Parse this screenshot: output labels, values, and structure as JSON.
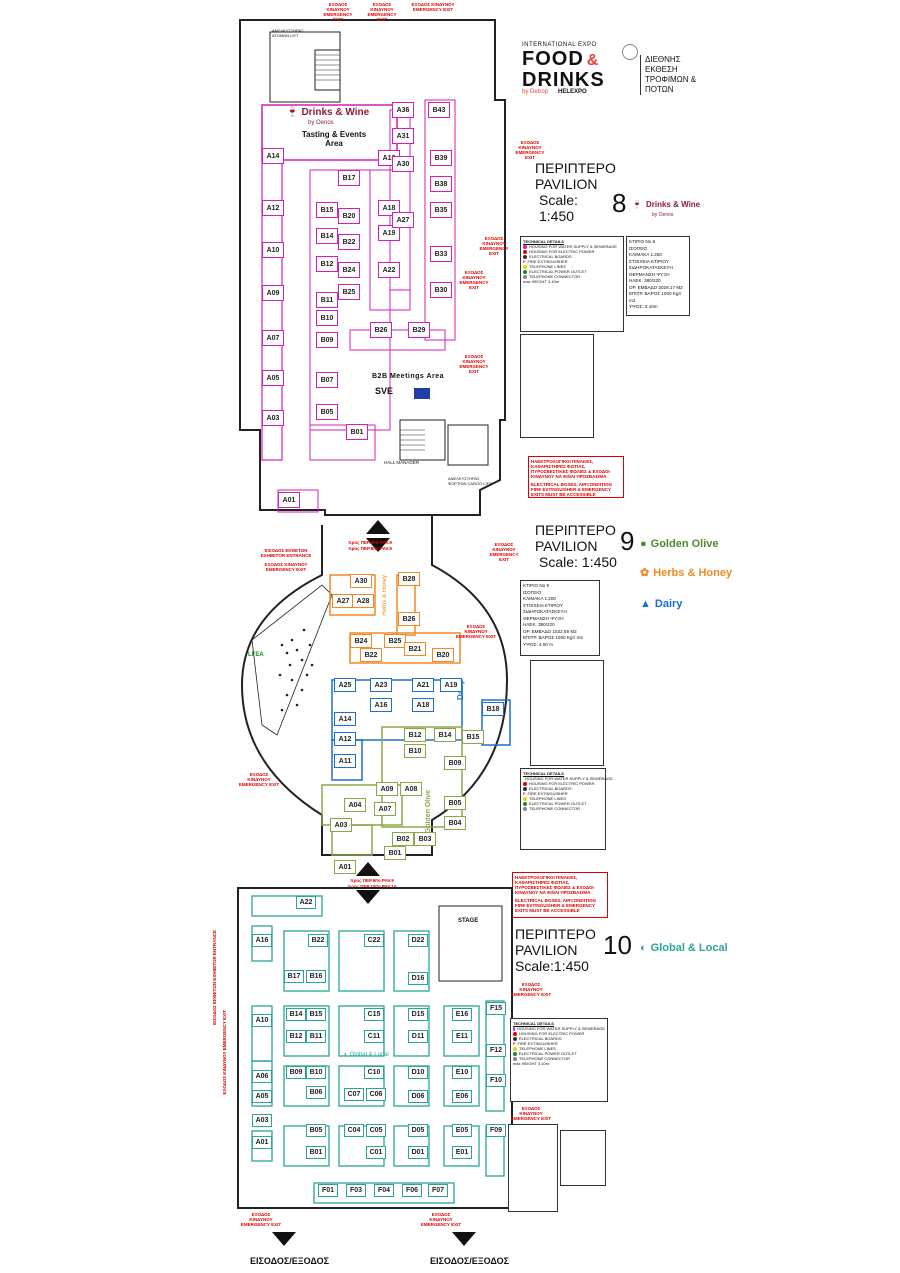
{
  "header": {
    "expo_line": "INTERNATIONAL EXPO",
    "logo_food": "FOOD",
    "logo_drinks": "DRINKS",
    "logo_by": "by Detrop",
    "logo_helexpo": "HELEXPO",
    "greek_title_1": "ΔΙΕΘΝΗΣ",
    "greek_title_2": "ΕΚΘΕΣΗ",
    "greek_title_3": "ΤΡΟΦΙΜΩΝ &",
    "greek_title_4": "ΠΟΤΩΝ"
  },
  "pavilion8": {
    "greek": "ΠΕΡΙΠΤΕΡΟ",
    "english": "PAVILION",
    "scale_label": "Scale:",
    "scale": "1:450",
    "number": "8",
    "brand": "Drinks & Wine",
    "brand_by": "by Oenos",
    "area_brand": "Drinks & Wine",
    "area_brand_by": "by Oenos",
    "tasting_area": "Tasting & Events",
    "tasting_area_2": "Area",
    "b2b_area": "B2B Meetings Area",
    "sve_label": "SVE",
    "booths": [
      "A14",
      "A12",
      "A10",
      "A09",
      "A07",
      "A05",
      "A03",
      "A01",
      "A16",
      "A18",
      "A19",
      "A22",
      "A27",
      "A30",
      "A31",
      "A36",
      "B17",
      "B15",
      "B20",
      "B14",
      "B22",
      "B12",
      "B24",
      "B11",
      "B25",
      "B10",
      "B09",
      "B07",
      "B05",
      "B01",
      "B26",
      "B29",
      "B30",
      "B33",
      "B35",
      "B38",
      "B39",
      "B43"
    ],
    "tech_title": "TECHNICAL DETAILS",
    "info_lines": [
      "ΚΤΙΡΙΟ Νο 8",
      "ΙΣΟΓΕΙΟ",
      "ΚΛΙΜΑΚΑ 1:250",
      "ΣΤΟΙΧΕΙΑ ΚΤΙΡΙΟΥ",
      "ΣΙΔΗΡΟΚΑΤΑΣΚΕΥΗ",
      "ΘΕΡΜΑΝΣΗ ΨΥΞΗ",
      "ΗΛΕΚ. 380/220",
      "ΟΡ. ΕΜΒΑΔΟ 2029.17 M2",
      "ΕΠΙΤΡ. ΒΑΡΟΣ 1000 Kgr/ m2",
      "ΥΨΟΣ: 3.10m"
    ],
    "hall_manager": "HALL MANAGER",
    "cargo_lift": "ΑΝΕΛΚΥΣΤΗΡΑΣ ΦΟΡΤΙΩΝ CARGO LIFT",
    "lift_top": "ΑΝΕΛΚΥΣΤΗΡΑΣ ΑΤΟΜΩΝ LIFT"
  },
  "pavilion9": {
    "greek": "ΠΕΡΙΠΤΕΡΟ",
    "english": "PAVILION",
    "scale_label": "Scale:",
    "scale": "1:450",
    "number": "9",
    "brand1": "Golden Olive",
    "brand2": "Herbs & Honey",
    "brand3": "Dairy",
    "zone_herbs": "Herbs & Honey",
    "zone_dairy": "Dairy",
    "zone_olive": "Golden Olive",
    "booths": [
      "A30",
      "A27",
      "A28",
      "B28",
      "B26",
      "B24",
      "B25",
      "B22",
      "B21",
      "B20",
      "A25",
      "A23",
      "A21",
      "A19",
      "A16",
      "A18",
      "A14",
      "A12",
      "A11",
      "B18",
      "B14",
      "B15",
      "B12",
      "B10",
      "B09",
      "A09",
      "A08",
      "A04",
      "A07",
      "A03",
      "B05",
      "B04",
      "B02",
      "B03",
      "B01",
      "A01"
    ],
    "info_lines": [
      "ΚΤΙΡΙΟ Νο 9",
      "ΙΣΟΓΕΙΟ",
      "ΚΛΙΜΑΚΑ 1:200",
      "ΣΤΟΙΧΕΙΑ ΚΤΙΡΙΟΥ",
      "ΣΙΔΗΡΟΚΑΤΑΣΚΕΥΗ",
      "ΘΕΡΜΑΝΣΗ ΨΥΞΗ",
      "ΗΛΕΚ. 380/220",
      "ΟΡ. ΕΜΒΑΔΟ 1532.59 M2",
      "ΕΠΙΤΡ. ΒΑΡΟΣ 1000 Kgr/ m2",
      "ΥΨΟΣ: 4.00 m"
    ],
    "tech_title": "TECHNICAL DETAILS",
    "lfea": "LFEA"
  },
  "pavilion10": {
    "greek": "ΠΕΡΙΠΤΕΡΟ",
    "english": "PAVILION",
    "scale": "Scale:1:450",
    "number": "10",
    "brand": "Global & Local",
    "stage": "STAGE",
    "booths": [
      "A22",
      "A16",
      "A10",
      "A06",
      "A05",
      "A03",
      "A01",
      "B22",
      "B17",
      "B16",
      "B14",
      "B15",
      "B12",
      "B11",
      "B09",
      "B10",
      "B06",
      "B05",
      "B01",
      "C22",
      "C15",
      "C11",
      "C10",
      "C07",
      "C06",
      "C04",
      "C05",
      "C01",
      "D22",
      "D16",
      "D15",
      "D11",
      "D10",
      "D06",
      "D05",
      "D01",
      "E16",
      "E11",
      "E10",
      "E06",
      "E05",
      "E01",
      "F15",
      "F12",
      "F10",
      "F09",
      "F01",
      "F03",
      "F04",
      "F06",
      "F07"
    ],
    "tech_title": "TECHNICAL DETAILS",
    "center_brand": "Global & Local"
  },
  "exits": {
    "emergency": "ΕΞΟΔΟΣ ΚΙΝΔΥΝΟΥ EMERGENCY EXIT",
    "exhibitor_entrance": "ΕΙΣΟΔΟΣ ΕΚΘΕΤΩΝ EXHIBITOR ENTRANCE",
    "to_pav9": "προς ΠΕΡ.9/to PAV.9",
    "to_pav8": "προς ΠΕΡ.8/to PAV.8",
    "to_pav10": "προς ΠΕΡ.10/to PAV.10",
    "entrance_exit": "ΕΙΣΟΔΟΣ/ΕΞΟΔΟΣ",
    "red_note_1": "ΗΛΕΚΤΡΟΛΟΓΙΚΟΙ ΠΙΝΑΚΕΣ, ΚΑΘΑΡΙΣΤΗΡΕΣ ΦΩΤΙΑΣ, ΠΥΡΟΣΒΕΣΤΙΚΕΣ ΦΩΛΙΕΣ & ΕΞΟΔΟΙ ΚΙΝΔΥΝΟΥ ΝΑ ΕΙΝΑΙ ΠΡΟΣΒΑΣΙΜΑ",
    "red_note_2": "ELECTRICAL BOXES, AIRCONDITION FIRE EXTINGUISHER & EMERGENCY EXITS MUST BE ACCESSIBLE"
  },
  "legend": {
    "water": "HOUSING FOR WATER SUPPLY & SEWERAGE",
    "electric_power": "HOUSING FOR ELECTRIC POWER",
    "boards": "ELECTRICAL BOARDS",
    "fire": "FIRE EXTINGUISHER",
    "telephone": "TELEPHONE LINES",
    "outlet": "ELECTRICAL POWER OUTLET",
    "connector": "TELEPHONE CONNECTOR",
    "height": "max HEIGHT 3.10m"
  },
  "colors": {
    "pav8": "#d21fb4",
    "herbs": "#f08a24",
    "dairy": "#1b6fd1",
    "olive": "#8aa84a",
    "global": "#2aa59a",
    "exit_red": "#e00000"
  }
}
